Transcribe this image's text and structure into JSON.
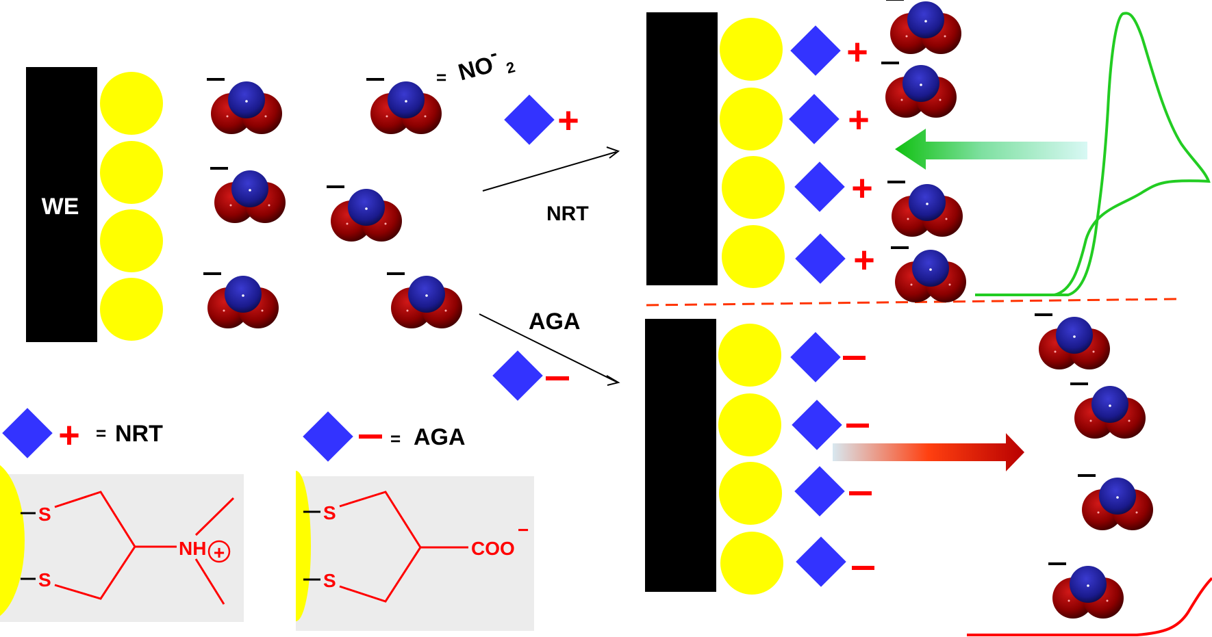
{
  "colors": {
    "electrode": "#000000",
    "gold": "#ffff00",
    "receptor": "#3333ff",
    "positive": "#ff0000",
    "negative": "#ff0000",
    "nitrogen": "#1a1a8c",
    "oxygen": "#8b0000",
    "chain": "#ff0000",
    "green_signal": "#22cc22",
    "red_signal": "#ff0000",
    "divider": "#ff3300",
    "panel_bg": "#ececec"
  },
  "labels": {
    "we": "WE",
    "nitrite_equals": "=",
    "nitrite_formula": "NO",
    "nitrite_sup": "-",
    "nitrite_sub": "2",
    "nrt_arrow": "NRT",
    "aga_arrow": "AGA",
    "plus": "+",
    "minus": "−",
    "legend_equals": "=",
    "legend_nrt": "NRT",
    "legend_aga": "AGA"
  },
  "structures": {
    "nrt": {
      "s1": "S",
      "s2": "S",
      "group": "NH",
      "charge": "+"
    },
    "aga": {
      "s1": "S",
      "s2": "S",
      "group": "COO",
      "charge": "−"
    }
  }
}
